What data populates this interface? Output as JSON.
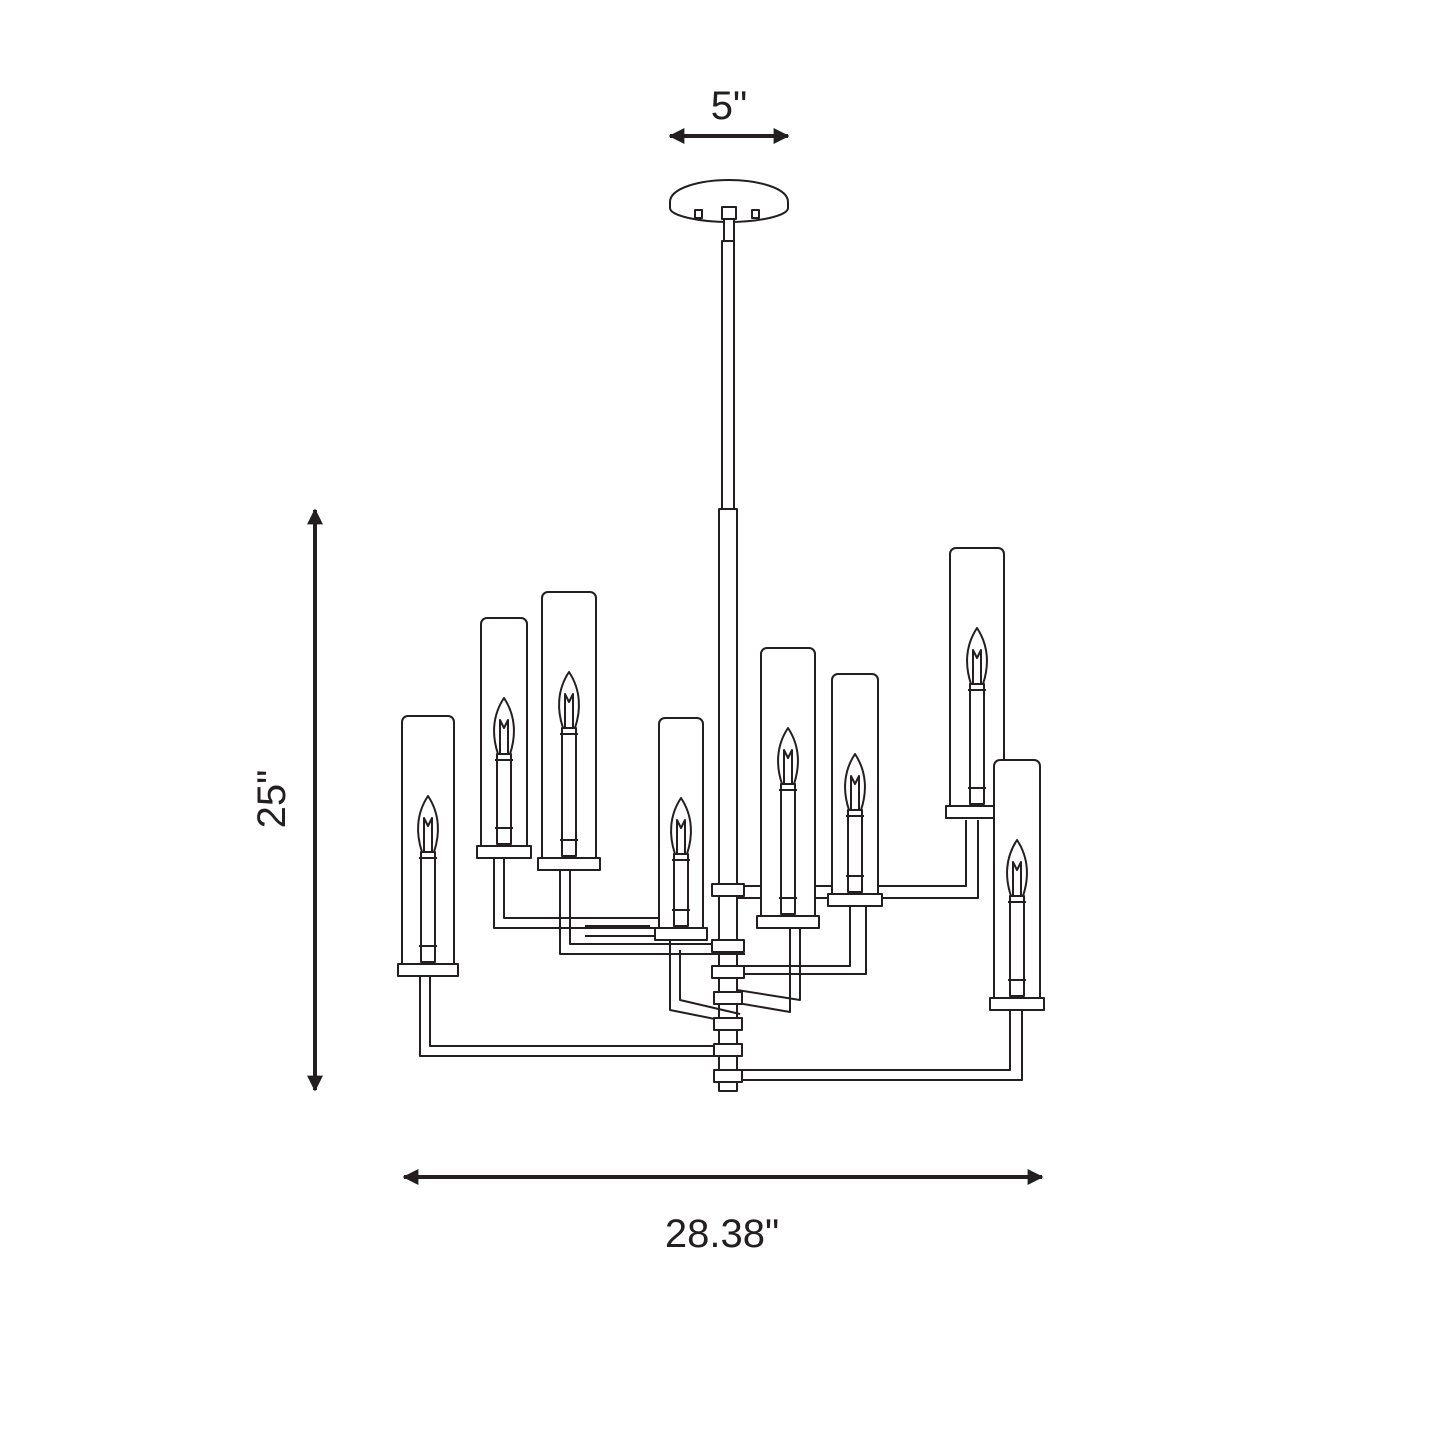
{
  "dimensions": {
    "canopy_width": "5\"",
    "height": "25\"",
    "width": "28.38\""
  },
  "colors": {
    "stroke": "#231f20",
    "background": "#ffffff"
  },
  "fixture": {
    "arm_count": 8
  }
}
